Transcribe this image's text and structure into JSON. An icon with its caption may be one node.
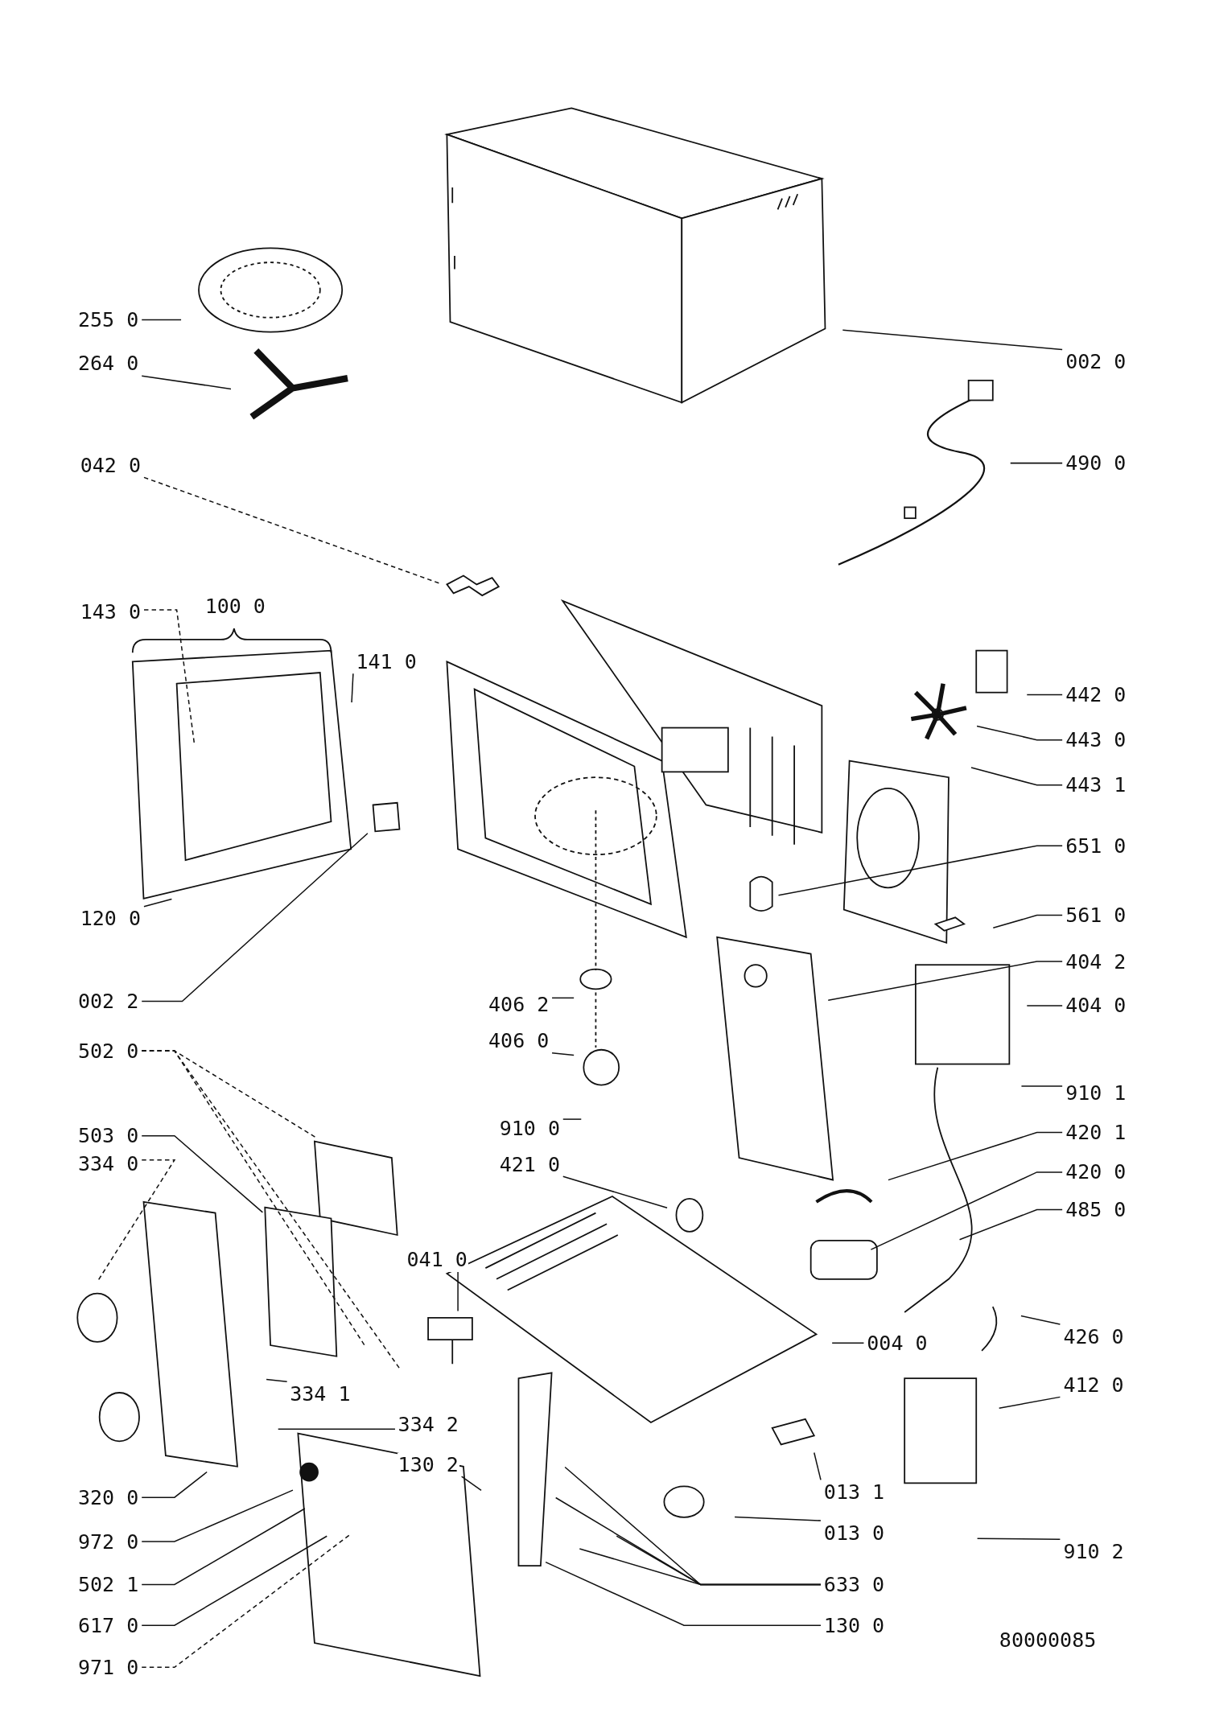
{
  "diagram": {
    "nodes": [
      {
        "text": [
          "255 0"
        ]
      },
      {
        "text": [
          "002 0"
        ]
      },
      {
        "text": [
          "264 0"
        ]
      },
      {
        "text": [
          "490 0"
        ]
      },
      {
        "text": [
          "042 0"
        ]
      },
      {
        "text": [
          "143 0"
        ]
      },
      {
        "text": [
          "141 0"
        ]
      },
      {
        "text": [
          "442 0"
        ]
      },
      {
        "text": [
          "443 0"
        ]
      },
      {
        "text": [
          "443 1"
        ]
      },
      {
        "text": [
          "651 0"
        ]
      },
      {
        "text": [
          "561 0"
        ]
      },
      {
        "text": [
          "120 0"
        ]
      },
      {
        "text": [
          "404 2"
        ]
      },
      {
        "text": [
          "002 2"
        ]
      },
      {
        "text": [
          "406 2"
        ]
      },
      {
        "text": [
          "404 0"
        ]
      },
      {
        "text": [
          "406 0"
        ]
      },
      {
        "text": [
          "502 0"
        ]
      },
      {
        "text": [
          "910 1"
        ]
      },
      {
        "text": [
          "910 0"
        ]
      },
      {
        "text": [
          "420 1"
        ]
      },
      {
        "text": [
          "503 0"
        ]
      },
      {
        "text": [
          "334 0"
        ]
      },
      {
        "text": [
          "421 0"
        ]
      },
      {
        "text": [
          "420 0"
        ]
      },
      {
        "text": [
          "485 0"
        ]
      },
      {
        "text": [
          "041 0"
        ]
      },
      {
        "text": [
          "426 0"
        ]
      },
      {
        "text": [
          "004 0"
        ]
      },
      {
        "text": [
          "412 0"
        ]
      },
      {
        "text": [
          "334 1"
        ]
      },
      {
        "text": [
          "334 2"
        ]
      },
      {
        "text": [
          "130 2"
        ]
      },
      {
        "text": [
          "013 1"
        ]
      },
      {
        "text": [
          "320 0"
        ]
      },
      {
        "text": [
          "013 0"
        ]
      },
      {
        "text": [
          "972 0"
        ]
      },
      {
        "text": [
          "910 2"
        ]
      },
      {
        "text": [
          "502 1"
        ]
      },
      {
        "text": [
          "633 0"
        ]
      },
      {
        "text": [
          "617 0"
        ]
      },
      {
        "text": [
          "130 0"
        ]
      },
      {
        "text": [
          "971 0"
        ]
      },
      {
        "text": [
          "100 0"
        ]
      }
    ],
    "edges": [
      {
        "from": 0,
        "to": null,
        "arrow": "none"
      },
      {
        "from": 1,
        "to": null,
        "arrow": "none"
      },
      {
        "from": 2,
        "to": null,
        "arrow": "none"
      },
      {
        "from": 3,
        "to": null,
        "arrow": "none"
      },
      {
        "from": 4,
        "to": null,
        "arrow": "none",
        "style": "dashed"
      },
      {
        "from": 5,
        "to": null,
        "arrow": "none",
        "style": "dashed"
      },
      {
        "from": 6,
        "to": null,
        "arrow": "none"
      },
      {
        "from": 7,
        "to": null,
        "arrow": "none"
      },
      {
        "from": 8,
        "to": null,
        "arrow": "none"
      },
      {
        "from": 9,
        "to": null,
        "arrow": "none"
      },
      {
        "from": 10,
        "to": null,
        "arrow": "none"
      },
      {
        "from": 11,
        "to": null,
        "arrow": "none"
      },
      {
        "from": 12,
        "to": null,
        "arrow": "none"
      },
      {
        "from": 13,
        "to": null,
        "arrow": "none"
      },
      {
        "from": 14,
        "to": null,
        "arrow": "none"
      },
      {
        "from": 15,
        "to": null,
        "arrow": "none"
      },
      {
        "from": 16,
        "to": null,
        "arrow": "none"
      },
      {
        "from": 17,
        "to": null,
        "arrow": "none"
      },
      {
        "from": 18,
        "to": null,
        "arrow": "none",
        "style": "dashed"
      },
      {
        "from": 18,
        "to": null,
        "arrow": "none",
        "style": "dashed"
      },
      {
        "from": 18,
        "to": null,
        "arrow": "none",
        "style": "dashed"
      },
      {
        "from": 19,
        "to": null,
        "arrow": "none"
      },
      {
        "from": 20,
        "to": null,
        "arrow": "none"
      },
      {
        "from": 21,
        "to": null,
        "arrow": "none"
      },
      {
        "from": 22,
        "to": null,
        "arrow": "none"
      },
      {
        "from": 23,
        "to": null,
        "arrow": "none",
        "style": "dashed"
      },
      {
        "from": 24,
        "to": null,
        "arrow": "none"
      },
      {
        "from": 25,
        "to": null,
        "arrow": "none"
      },
      {
        "from": 26,
        "to": null,
        "arrow": "none"
      },
      {
        "from": 27,
        "to": null,
        "arrow": "none"
      },
      {
        "from": 28,
        "to": null,
        "arrow": "none"
      },
      {
        "from": 29,
        "to": null,
        "arrow": "none"
      },
      {
        "from": 30,
        "to": null,
        "arrow": "none"
      },
      {
        "from": 31,
        "to": null,
        "arrow": "none"
      },
      {
        "from": 32,
        "to": null,
        "arrow": "none"
      },
      {
        "from": 33,
        "to": null,
        "arrow": "none"
      },
      {
        "from": 34,
        "to": null,
        "arrow": "none"
      },
      {
        "from": 35,
        "to": null,
        "arrow": "none"
      },
      {
        "from": 36,
        "to": null,
        "arrow": "none"
      },
      {
        "from": 37,
        "to": null,
        "arrow": "none"
      },
      {
        "from": 38,
        "to": null,
        "arrow": "none"
      },
      {
        "from": 39,
        "to": null,
        "arrow": "none"
      },
      {
        "from": 40,
        "to": null,
        "arrow": "none"
      },
      {
        "from": 40,
        "to": null,
        "arrow": "none"
      },
      {
        "from": 40,
        "to": null,
        "arrow": "none"
      },
      {
        "from": 40,
        "to": null,
        "arrow": "none"
      },
      {
        "from": 41,
        "to": null,
        "arrow": "none"
      },
      {
        "from": 42,
        "to": null,
        "arrow": "none"
      },
      {
        "from": 43,
        "to": null,
        "arrow": "none",
        "style": "dashed"
      }
    ],
    "labels": [
      "80000085"
    ]
  }
}
